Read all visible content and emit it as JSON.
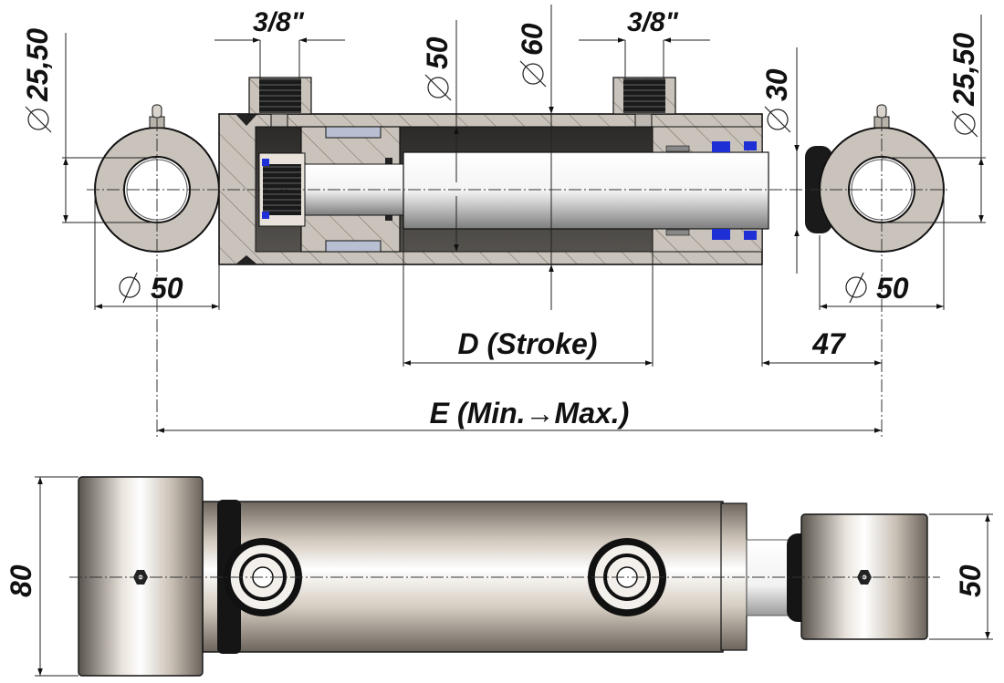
{
  "drawing": {
    "subject": "Double-acting hydraulic cylinder",
    "views": [
      "section-view",
      "top-view"
    ],
    "colors": {
      "steel": "#c9c3bb",
      "hatch": "#7a746c",
      "seal_blue": "#1e2fd6",
      "bore_dark": "#3a3835",
      "line": "#111111"
    }
  },
  "section_view": {
    "dimensions": {
      "port_left": {
        "label": "3/8\""
      },
      "port_right": {
        "label": "3/8\""
      },
      "eye_bore_left": {
        "symbol": "⌀",
        "value": "25,50"
      },
      "eye_bore_right": {
        "symbol": "⌀",
        "value": "25,50"
      },
      "bore_inner": {
        "symbol": "⌀",
        "value": "50"
      },
      "tube_outer": {
        "symbol": "⌀",
        "value": "60"
      },
      "rod": {
        "symbol": "⌀",
        "value": "30"
      },
      "eye_outer_left": {
        "symbol": "⌀",
        "value": "50"
      },
      "eye_outer_right": {
        "symbol": "⌀",
        "value": "50"
      },
      "stroke": {
        "label": "D (Stroke)"
      },
      "rod_eye_offset": {
        "value": "47"
      },
      "overall_length": {
        "label": "E (Min.→Max.)"
      }
    }
  },
  "top_view": {
    "dimensions": {
      "eye_width_left": {
        "value": "80"
      },
      "eye_width_right": {
        "value": "50"
      }
    }
  }
}
